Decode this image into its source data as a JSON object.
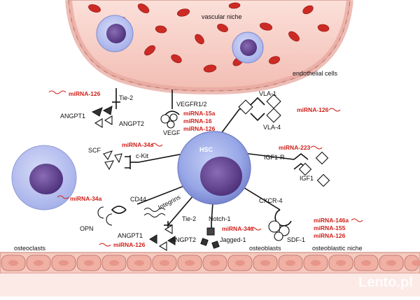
{
  "labels": {
    "vascular_niche": "vascular niche",
    "endothelial_cells": "endothelial cells",
    "hsc": "HSC",
    "osteoclasts": "osteoclasts",
    "osteoblasts": "osteoblasts",
    "osteoblastic_niche": "osteoblastic niche"
  },
  "receptors": {
    "tie2_top": "Tie-2",
    "vegfr": "VEGFR1/2",
    "vla1": "VLA-1",
    "vla4": "VLA-4",
    "ckit": "c-Kit",
    "igf1r": "IGF1-R",
    "cd44": "CD44",
    "cxcr4": "CXCR-4",
    "integrins": "Integrins",
    "tie2_bottom": "Tie-2",
    "notch1": "Notch-1"
  },
  "ligands": {
    "angpt1_top": "ANGPT1",
    "angpt2_top": "ANGPT2",
    "vegf": "VEGF",
    "scf": "SCF",
    "igf1": "IGF1",
    "opn": "OPN",
    "angpt1_bottom": "ANGPT1",
    "angpt2_bottom": "ANGPT2",
    "jagged1": "Jagged-1",
    "sdf1": "SDF-1"
  },
  "mirnas": {
    "tie2_top": "miRNA-126",
    "vegf": [
      "miRNA-15a",
      "miRNA-16",
      "miRNA-126"
    ],
    "vla": "miRNA-126",
    "ckit": "miRNA-34a",
    "igf": "miRNA-223",
    "cd44": "miRNA-34a",
    "sdf": [
      "miRNA-146a",
      "miRNA-155",
      "miRNA-126"
    ],
    "notch": "miRNA-34a",
    "angpt_bottom": "miRNA-126"
  },
  "watermark": "Lento.pl",
  "colors": {
    "mirna": "#d0201a",
    "vessel": "#f4c8c0",
    "rbc": "#cc2a24",
    "hsc": "#8f9ee0",
    "nucleus": "#5b3f8c",
    "bone": "#f2b8ae"
  }
}
